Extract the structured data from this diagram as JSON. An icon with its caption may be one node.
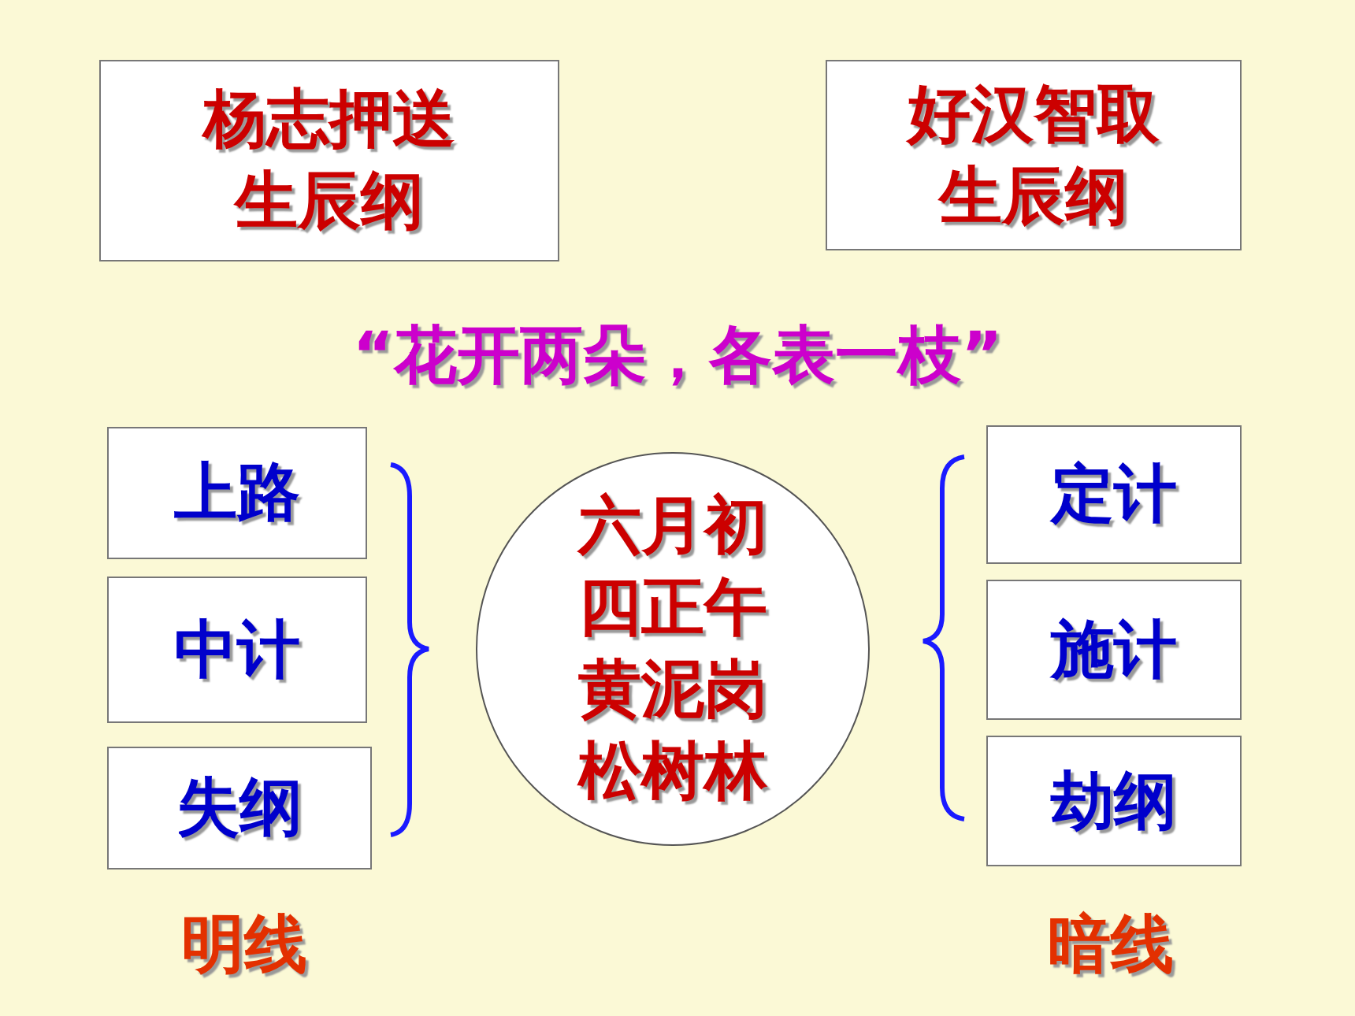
{
  "diagram": {
    "nodes": [
      {
        "text": [
          "杨志押送生辰纲"
        ]
      },
      {
        "text": [
          "好汉智取生辰纲"
        ]
      },
      {
        "text": [
          "上路"
        ]
      },
      {
        "text": [
          "中计"
        ]
      },
      {
        "text": [
          "失纲"
        ]
      },
      {
        "text": [
          "六月初四正午黄泥岗松树林"
        ]
      },
      {
        "text": [
          "定计"
        ]
      },
      {
        "text": [
          "施计"
        ]
      },
      {
        "text": [
          "劫纲"
        ]
      }
    ],
    "labels": [
      "“花开两朵，各表一枝”",
      "明线",
      "暗线"
    ]
  }
}
